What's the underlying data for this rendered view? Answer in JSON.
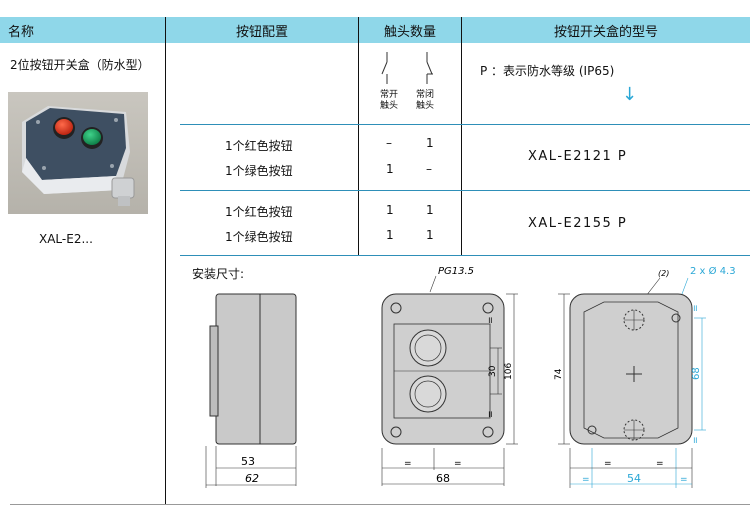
{
  "header": {
    "col_name": "名称",
    "col_config": "按钮配置",
    "col_contacts": "触头数量",
    "col_model": "按钮开关盒的型号"
  },
  "product": {
    "name": "2位按钮开关盒（防水型）",
    "model_prefix": "XAL-E2..."
  },
  "legend": {
    "no_label_1": "常开",
    "no_label_2": "触头",
    "nc_label_1": "常闭",
    "nc_label_2": "触头",
    "protection_note": "P ：表示防水等级 (IP65)",
    "arrow": "↓"
  },
  "rows": [
    {
      "buttons": [
        "1个红色按钮",
        "1个绿色按钮"
      ],
      "no": [
        "–",
        "1"
      ],
      "nc": [
        "1",
        "–"
      ],
      "model": "XAL-E2121 P"
    },
    {
      "buttons": [
        "1个红色按钮",
        "1个绿色按钮"
      ],
      "no": [
        "1",
        "1"
      ],
      "nc": [
        "1",
        "1"
      ],
      "model": "XAL-E2155 P"
    }
  ],
  "dimensions": {
    "title": "安装尺寸:",
    "side_53": "53",
    "side_62": "62",
    "front_pg": "PG13.5",
    "front_30": "30",
    "front_106": "106",
    "front_68": "68",
    "eq": "=",
    "back_note": "(2)",
    "back_holes": "2 x Ø 4.3",
    "back_74": "74",
    "back_68": "68",
    "back_54": "54"
  },
  "colors": {
    "header_bg": "#8fd7e9",
    "row_divider": "#2e8fb8",
    "cyan_dim": "#2aa7d6"
  }
}
